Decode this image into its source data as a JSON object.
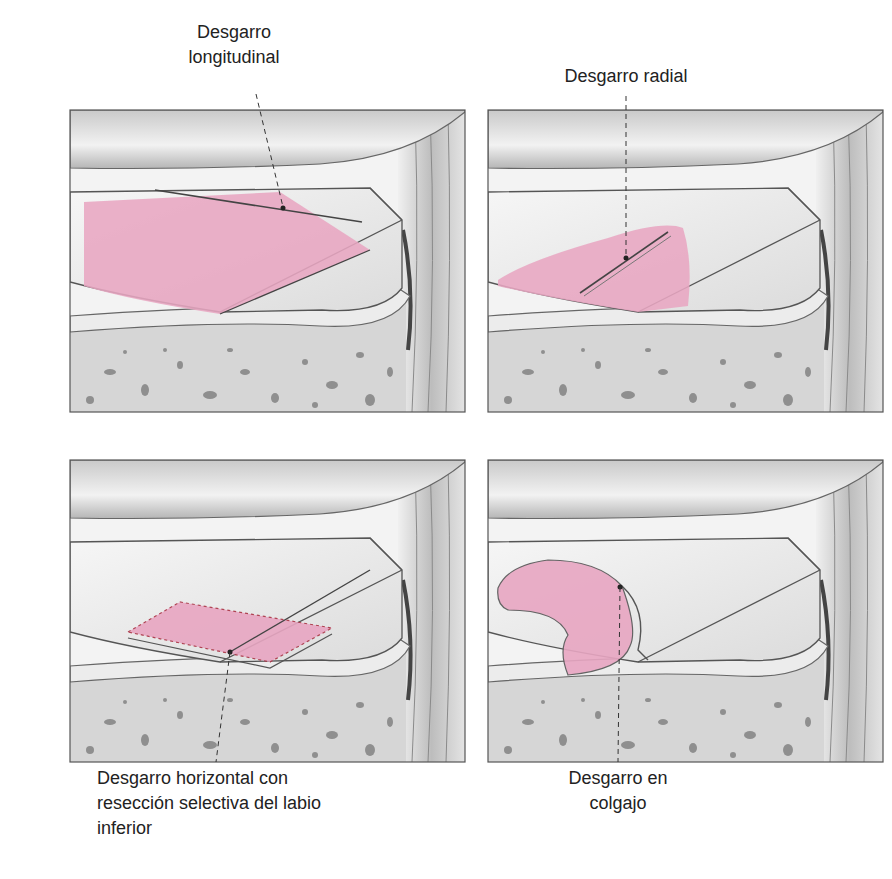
{
  "diagram": {
    "labels": [
      "Desgarro longitudinal",
      "Desgarro radial",
      "Desgarro horizontal con resección selectiva del labio inferior",
      "Desgarro en colgajo"
    ]
  }
}
